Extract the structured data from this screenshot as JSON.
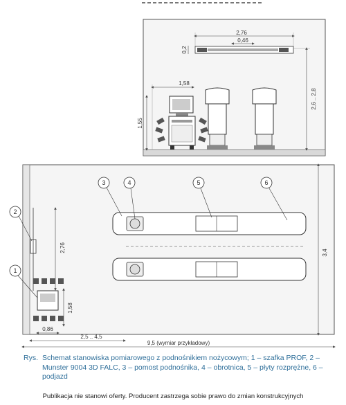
{
  "top_view_dims": {
    "width_total": "2,76",
    "width_inner": "0,46",
    "depth": "0,2"
  },
  "front_view_dims": {
    "cabinet_offset": "1,58",
    "cabinet_height": "1,55",
    "lift_height": "2,6 .. 2,8"
  },
  "plan_dims": {
    "cabinet_to_lift": "2,76",
    "cabinet_depth": "1,58",
    "cabinet_width": "0,86",
    "wall_distance": "2,5 .. 4,5",
    "room_length": "9,5 (wymiar przykładowy)",
    "room_width": "3,4"
  },
  "callouts": [
    "1",
    "2",
    "3",
    "4",
    "5",
    "6"
  ],
  "caption": {
    "prefix": "Rys.",
    "text": "Schemat stanowiska pomiarowego z podnośnikiem nożycowym; 1 – szafka PROF, 2 – Munster 9004 3D FALC, 3 – pomost podnośnika, 4 – obrotnica, 5 – płyty rozprężne, 6 – podjazd"
  },
  "footer": "Publikacja nie stanowi oferty. Producent zastrzega sobie prawo do zmian konstrukcyjnych"
}
